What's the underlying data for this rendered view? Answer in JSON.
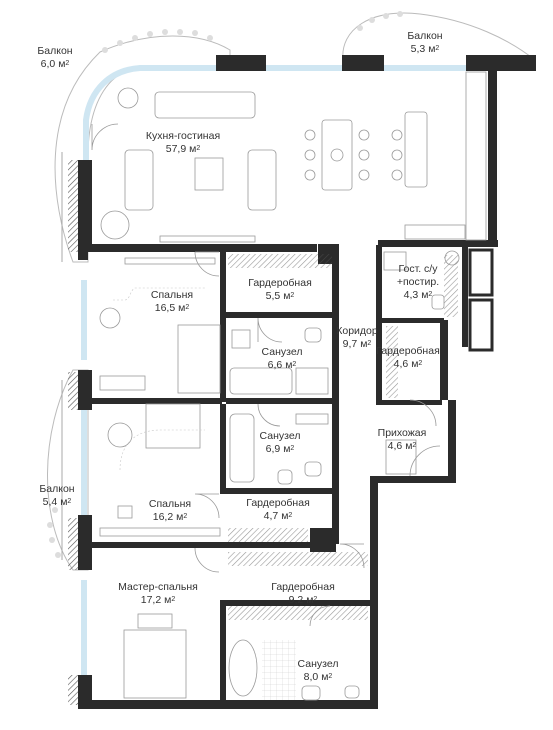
{
  "unit": "м",
  "unit_sup": "2",
  "rooms": [
    {
      "id": "balcony-1",
      "name": "Балкон",
      "area": "6,0"
    },
    {
      "id": "balcony-2",
      "name": "Балкон",
      "area": "5,3"
    },
    {
      "id": "kitchen-living",
      "name": "Кухня-гостиная",
      "area": "57,9"
    },
    {
      "id": "bedroom-1",
      "name": "Спальня",
      "area": "16,5"
    },
    {
      "id": "wardrobe-1",
      "name": "Гардеробная",
      "area": "5,5"
    },
    {
      "id": "guest-wc",
      "name": "Гост. с/у\n+постир.",
      "area": "4,3"
    },
    {
      "id": "corridor",
      "name": "Коридор",
      "area": "9,7"
    },
    {
      "id": "bathroom-1",
      "name": "Санузел",
      "area": "6,6"
    },
    {
      "id": "wardrobe-2",
      "name": "Гардеробная",
      "area": "4,6"
    },
    {
      "id": "bathroom-2",
      "name": "Санузел",
      "area": "6,9"
    },
    {
      "id": "hallway",
      "name": "Прихожая",
      "area": "4,6"
    },
    {
      "id": "balcony-3",
      "name": "Балкон",
      "area": "5,4"
    },
    {
      "id": "bedroom-2",
      "name": "Спальня",
      "area": "16,2"
    },
    {
      "id": "wardrobe-3",
      "name": "Гардеробная",
      "area": "4,7"
    },
    {
      "id": "master-bedroom",
      "name": "Мастер-спальня",
      "area": "17,2"
    },
    {
      "id": "wardrobe-4",
      "name": "Гардеробная",
      "area": "9,2"
    },
    {
      "id": "bathroom-3",
      "name": "Санузел",
      "area": "8,0"
    }
  ]
}
